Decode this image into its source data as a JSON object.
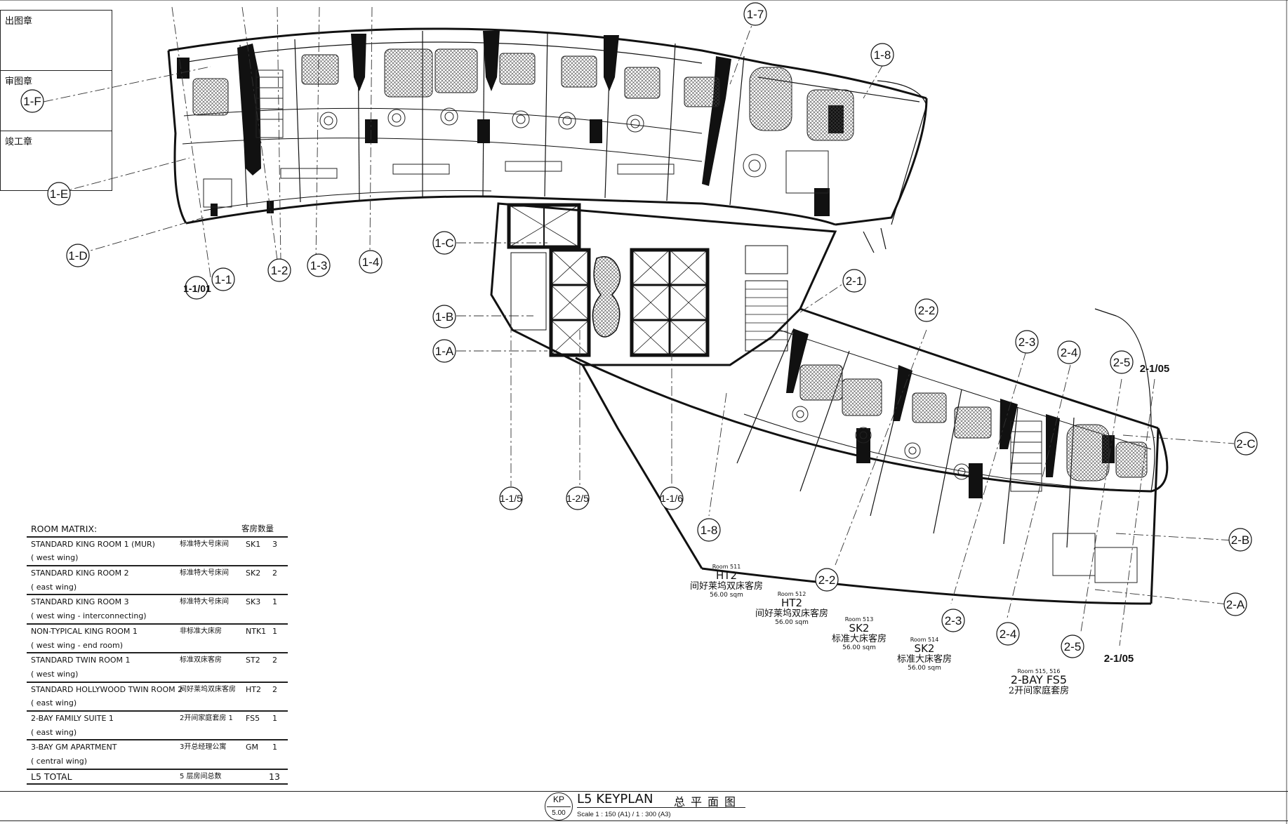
{
  "stamps": [
    "出图章",
    "审图章",
    "竣工章"
  ],
  "grid_labels": {
    "g1F": "1-F",
    "g1E": "1-E",
    "g1D": "1-D",
    "g1_0": "1-1/01",
    "g1_1": "1-1",
    "g1_2": "1-2",
    "g1_3": "1-3",
    "g1_4": "1-4",
    "g1C": "1-C",
    "g1B": "1-B",
    "g1A": "1-A",
    "g1_7": "1-7",
    "g1_8top": "1-8",
    "g2_1": "2-1",
    "g1_15": "1-1/5",
    "g1_25": "1-2/5",
    "g1_16": "1-1/6",
    "g1_8bot": "1-8",
    "g2_2top": "2-2",
    "g2_3top": "2-3",
    "g2_4top": "2-4",
    "g2_5top": "2-5",
    "g2_105top": "2-1/05",
    "g2C": "2-C",
    "g2B": "2-B",
    "g2A": "2-A",
    "g2_2bot": "2-2",
    "g2_3bot": "2-3",
    "g2_4bot": "2-4",
    "g2_5bot": "2-5",
    "g2_105bot": "2-1/05"
  },
  "rooms": [
    {
      "no": "Room 511",
      "code": "HT2",
      "cn": "间好莱坞双床客房",
      "area": "56.00 sqm"
    },
    {
      "no": "Room 512",
      "code": "HT2",
      "cn": "间好莱坞双床客房",
      "area": "56.00 sqm"
    },
    {
      "no": "Room 513",
      "code": "SK2",
      "cn": "标准大床客房",
      "area": "56.00 sqm"
    },
    {
      "no": "Room 514",
      "code": "SK2",
      "cn": "标准大床客房",
      "area": "56.00 sqm"
    },
    {
      "no": "Room 515, 516",
      "code": "2-BAY FS5",
      "cn": "2开间家庭套房",
      "area": ""
    }
  ],
  "matrix": {
    "title": "ROOM MATRIX:",
    "qty_header": "客房数量",
    "rows": [
      {
        "name": "STANDARD KING ROOM 1 (MUR)",
        "cn": "标准特大号床间",
        "code": "SK1",
        "num": "3",
        "sub": "( west wing)"
      },
      {
        "name": "STANDARD KING ROOM 2",
        "cn": "标准特大号床间",
        "code": "SK2",
        "num": "2",
        "sub": "( east wing)"
      },
      {
        "name": "STANDARD KING ROOM 3",
        "cn": "标准特大号床间",
        "code": "SK3",
        "num": "1",
        "sub": "( west wing - interconnecting)"
      },
      {
        "name": "NON-TYPICAL KING ROOM 1",
        "cn": "非标准大床房",
        "code": "NTK1",
        "num": "1",
        "sub": "( west wing - end room)"
      },
      {
        "name": "STANDARD TWIN ROOM 1",
        "cn": "标准双床客房",
        "code": "ST2",
        "num": "2",
        "sub": "( west wing)"
      },
      {
        "name": "STANDARD HOLLYWOOD TWIN ROOM 2",
        "cn": "间好莱坞双床客房",
        "code": "HT2",
        "num": "2",
        "sub": "( east wing)"
      },
      {
        "name": "2-BAY FAMILY SUITE 1",
        "cn": "2开间家庭套房  1",
        "code": "FS5",
        "num": "1",
        "sub": "( east wing)"
      },
      {
        "name": "3-BAY GM APARTMENT",
        "cn": "3开总经理公寓",
        "code": "GM",
        "num": "1",
        "sub": "( central wing)"
      }
    ],
    "total": {
      "name": "L5 TOTAL",
      "cn": "5  层房间总数",
      "num": "13"
    }
  },
  "title_block": {
    "kp_top": "KP",
    "kp_bottom": "5.00",
    "title": "L5 KEYPLAN",
    "title_cn": "总平面图",
    "scale": "Scale 1 : 150 (A1) / 1 : 300 (A3)"
  }
}
